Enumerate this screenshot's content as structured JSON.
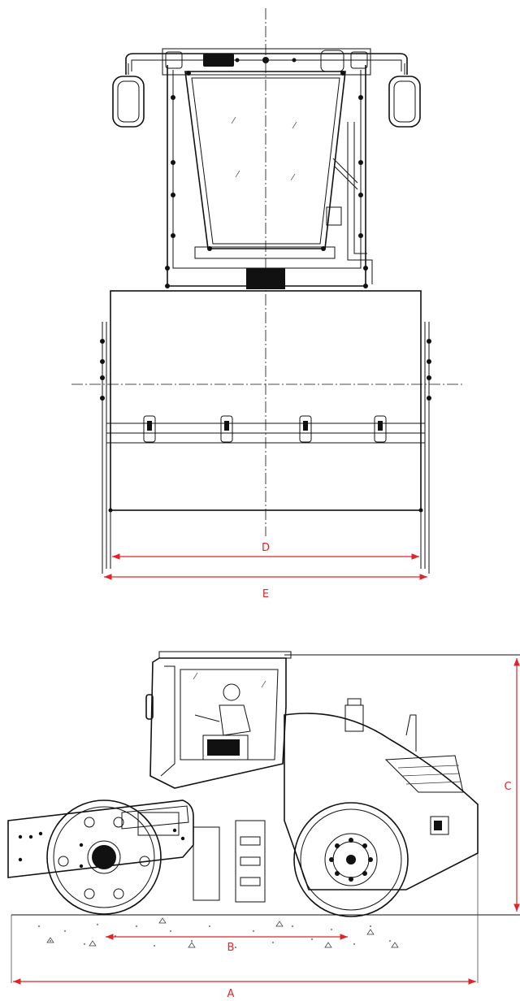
{
  "dimensions": {
    "A": "A",
    "B": "B",
    "C": "C",
    "D": "D",
    "E": "E"
  },
  "colors": {
    "dimension_line": "#e0242b",
    "drawing_line": "#111111",
    "background": "#ffffff"
  }
}
